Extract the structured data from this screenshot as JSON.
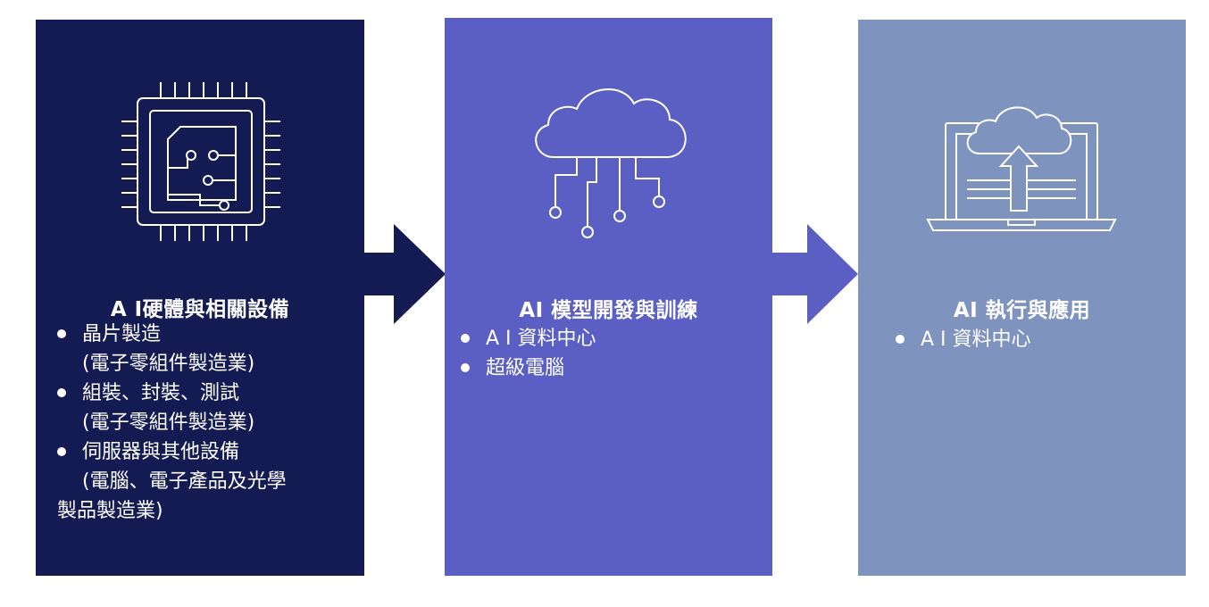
{
  "panels": [
    {
      "title": "A I硬體與相關設備",
      "icon": "microchip-icon",
      "color": "#141b52",
      "items": [
        {
          "label": "晶片製造",
          "sub": [
            "(電子零組件製造業)"
          ]
        },
        {
          "label": "組裝、封裝、測試",
          "sub": [
            "(電子零組件製造業)"
          ]
        },
        {
          "label": "伺服器與其他設備",
          "sub": [
            "(電腦、電子產品及光學",
            "製品製造業)"
          ]
        }
      ]
    },
    {
      "title": "AI 模型開發與訓練",
      "icon": "cloud-network-icon",
      "color": "#5b5fc4",
      "items": [
        {
          "label": "A I 資料中心"
        },
        {
          "label": "超級電腦"
        }
      ]
    },
    {
      "title": "AI 執行與應用",
      "icon": "laptop-cloud-upload-icon",
      "color": "#7f93bf",
      "items": [
        {
          "label": "A I 資料中心"
        }
      ]
    }
  ],
  "arrows": [
    {
      "icon": "arrow-right-icon",
      "color": "#141b52"
    },
    {
      "icon": "arrow-right-icon",
      "color": "#5b5fc4"
    }
  ]
}
